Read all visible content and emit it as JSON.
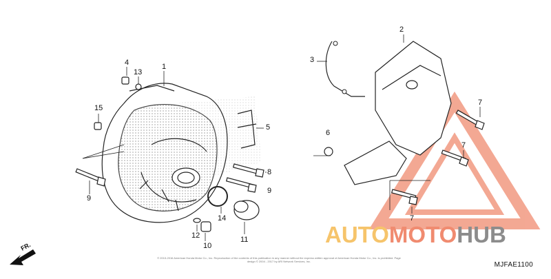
{
  "callouts": [
    {
      "id": "c1",
      "label": "1"
    },
    {
      "id": "c2",
      "label": "2"
    },
    {
      "id": "c3",
      "label": "3"
    },
    {
      "id": "c4",
      "label": "4"
    },
    {
      "id": "c5",
      "label": "5"
    },
    {
      "id": "c6",
      "label": "6"
    },
    {
      "id": "c7a",
      "label": "7"
    },
    {
      "id": "c7b",
      "label": "7"
    },
    {
      "id": "c7c",
      "label": "7"
    },
    {
      "id": "c8",
      "label": "8"
    },
    {
      "id": "c9a",
      "label": "9"
    },
    {
      "id": "c9b",
      "label": "9"
    },
    {
      "id": "c10",
      "label": "10"
    },
    {
      "id": "c11",
      "label": "11"
    },
    {
      "id": "c12",
      "label": "12"
    },
    {
      "id": "c13",
      "label": "13"
    },
    {
      "id": "c14",
      "label": "14"
    },
    {
      "id": "c15",
      "label": "15"
    }
  ],
  "direction_label": "FR.",
  "diagram_code": "MJFAE1100",
  "copyright_text": "© 2013-2016 American Honda Motor Co., Inc. Reproduction of the contents of this publication in any manner without the express written approval of American Honda Motor Co., Inc. is prohibited. Page design © 2004 - 2017 by ARI Network Services, Inc.",
  "watermark": {
    "part1": "AUTO",
    "part2": "MOTO",
    "part3": "HUB"
  },
  "colors": {
    "watermark_yellow": "#f6c46b",
    "watermark_red": "#f08b70",
    "watermark_gray": "#8c8c8c",
    "line": "#222222"
  }
}
